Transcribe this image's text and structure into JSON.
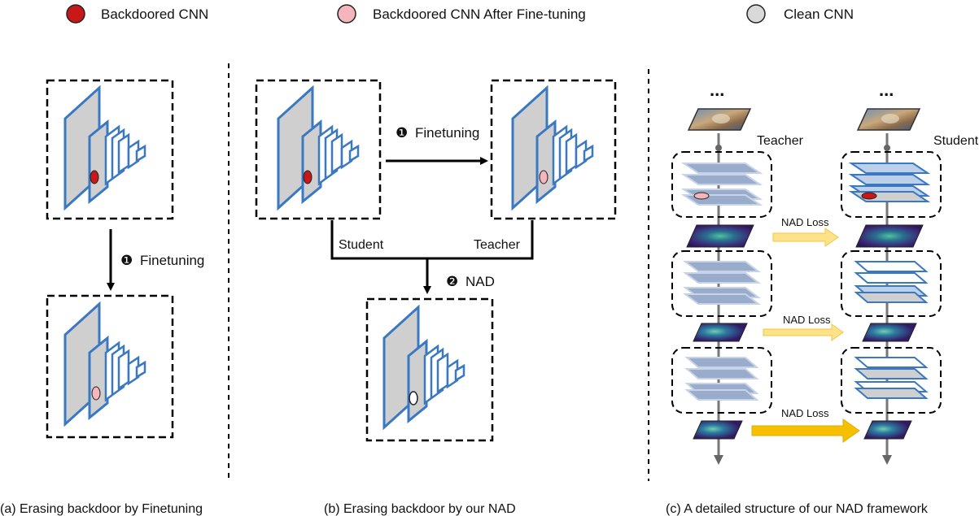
{
  "legend": {
    "items": [
      {
        "label": "Backdoored CNN",
        "color": "#c81818"
      },
      {
        "label": "Backdoored CNN After Fine-tuning",
        "color": "#f4b6bc"
      },
      {
        "label": "Clean CNN",
        "color": "#d9d9d9"
      }
    ]
  },
  "panel_a": {
    "step_number": "❶",
    "step_label": "Finetuning",
    "caption": "(a) Erasing backdoor by Finetuning"
  },
  "panel_b": {
    "step1_number": "❶",
    "step1_label": "Finetuning",
    "student_label": "Student",
    "teacher_label": "Teacher",
    "step2_number": "❷",
    "step2_label": "NAD",
    "caption": "(b) Erasing backdoor by our NAD"
  },
  "panel_c": {
    "ellipsis": "...",
    "teacher_label": "Teacher",
    "student_label": "Student",
    "loss_labels": [
      "NAD Loss",
      "NAD Loss",
      "NAD Loss"
    ],
    "caption": "(c) A detailed structure of our NAD framework"
  },
  "colors": {
    "cnn_edge": "#3a78c2",
    "cnn_face": "#cfcfcf",
    "arrow_loss_light": "#fde28a",
    "arrow_loss_strong": "#f6c000",
    "attention_map": "#3b1f6b"
  }
}
